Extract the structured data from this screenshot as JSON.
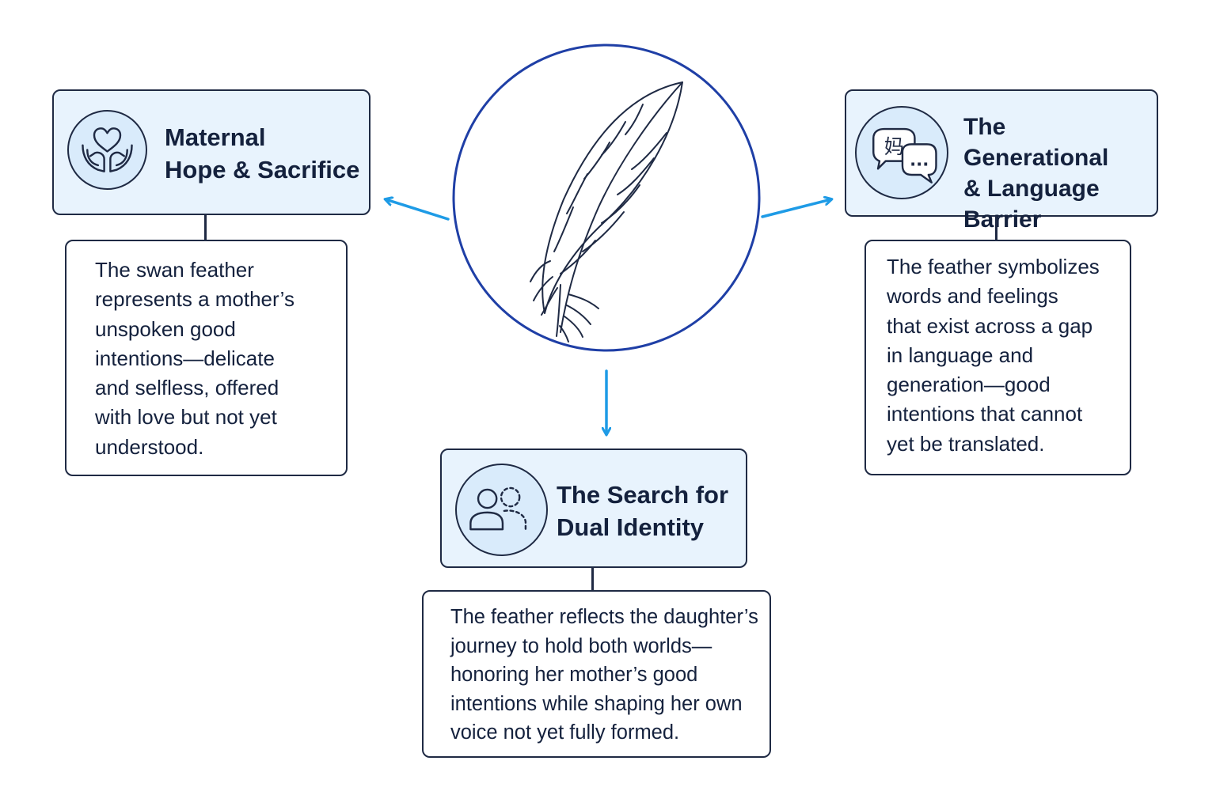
{
  "themes": [
    {
      "id": "maternal",
      "title": "Maternal\nHope & Sacrifice",
      "description": "The swan feather\nrepresents a mother’s\nunspoken good\nintentions—delicate\nand selfless, offered\nwith love but not yet\nunderstood.",
      "icon": "heart-in-hands-icon"
    },
    {
      "id": "generational",
      "title": "The Generational\n& Language\nBarrier",
      "description": "The feather symbolizes\nwords and feelings\nthat exist across a gap\nin language and\ngeneration—good\nintentions that cannot\nyet be translated.",
      "icon": "speech-bubbles-icon",
      "icon_glyph": "妈",
      "icon_dots": "..."
    },
    {
      "id": "identity",
      "title": "The Search for\nDual Identity",
      "description": "The feather reflects the daughter’s\njourney to hold both worlds—\nhonoring her mother’s good\nintentions while shaping her own\nvoice not yet fully formed.",
      "icon": "dual-person-icon"
    }
  ],
  "center": {
    "icon": "feather-icon"
  },
  "colors": {
    "arrow": "#1e9be6",
    "border": "#1f2a44",
    "header_fill": "#e8f3fd",
    "icon_fill": "#d9ebfb",
    "center_circle": "#1f3fa6"
  }
}
